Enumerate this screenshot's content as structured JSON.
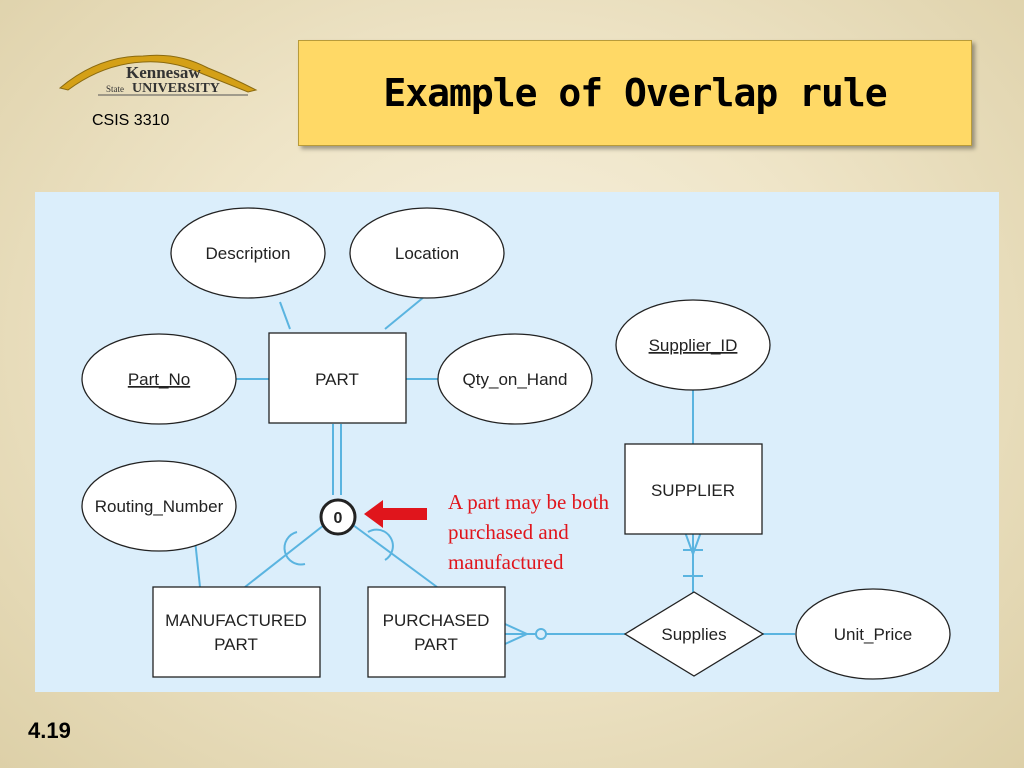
{
  "header": {
    "logo": {
      "line1": "Kennesaw",
      "line2_prefix": "State",
      "line2": "UNIVERSITY"
    },
    "course": "CSIS 3310",
    "title": "Example of Overlap rule"
  },
  "diagram": {
    "entities": {
      "part": "PART",
      "supplier": "SUPPLIER",
      "manufactured_part": [
        "MANUFACTURED",
        "PART"
      ],
      "purchased_part": [
        "PURCHASED",
        "PART"
      ]
    },
    "attributes": {
      "description": "Description",
      "location": "Location",
      "part_no": "Part_No",
      "qty_on_hand": "Qty_on_Hand",
      "supplier_id": "Supplier_ID",
      "routing_number": "Routing_Number",
      "unit_price": "Unit_Price"
    },
    "relationship": "Supplies",
    "disjointness": "0",
    "note": "A part may be both purchased and manufactured",
    "colors": {
      "lines": "#5ab4e0",
      "arrow": "#e0151c",
      "note": "#e0151c",
      "title_bg": "#ffd966"
    }
  },
  "footer": {
    "slide_number": "4.19"
  }
}
